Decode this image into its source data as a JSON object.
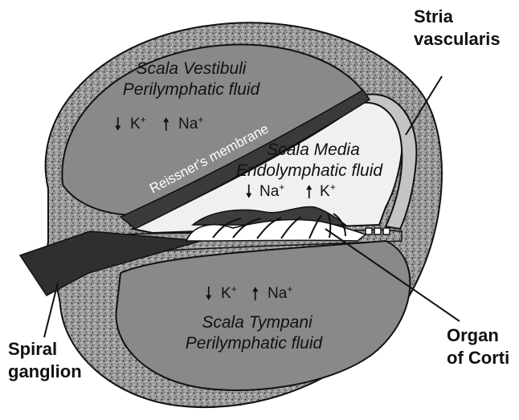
{
  "labels": {
    "scala_vestibuli_title": "Scala Vestibuli",
    "scala_vestibuli_fluid": "Perilymphatic fluid",
    "scala_media_title": "Scala Media",
    "scala_media_fluid": "Endolymphatic fluid",
    "scala_tympani_title": "Scala Tympani",
    "scala_tympani_fluid": "Perilymphatic fluid",
    "reissner": "Reissner's membrane",
    "stria_line1": "Stria",
    "stria_line2": "vascularis",
    "spiral_line1": "Spiral",
    "spiral_line2": "ganglion",
    "organ_line1": "Organ",
    "organ_line2": "of Corti"
  },
  "ions": {
    "vestibuli": [
      {
        "direction": "down",
        "symbol": "K",
        "charge": "+"
      },
      {
        "direction": "up",
        "symbol": "Na",
        "charge": "+"
      }
    ],
    "media": [
      {
        "direction": "down",
        "symbol": "Na",
        "charge": "+"
      },
      {
        "direction": "up",
        "symbol": "K",
        "charge": "+"
      }
    ],
    "tympani": [
      {
        "direction": "down",
        "symbol": "K",
        "charge": "+"
      },
      {
        "direction": "up",
        "symbol": "Na",
        "charge": "+"
      }
    ]
  },
  "arrows": {
    "down": "🠗",
    "up": "🠕"
  },
  "colors": {
    "bone": "#8c8c8c",
    "scala": "#8a8a8a",
    "media": "#f0f0f0",
    "stria": "#c4c4c4",
    "membrane": "#3a3a3a",
    "outline": "#111111"
  }
}
